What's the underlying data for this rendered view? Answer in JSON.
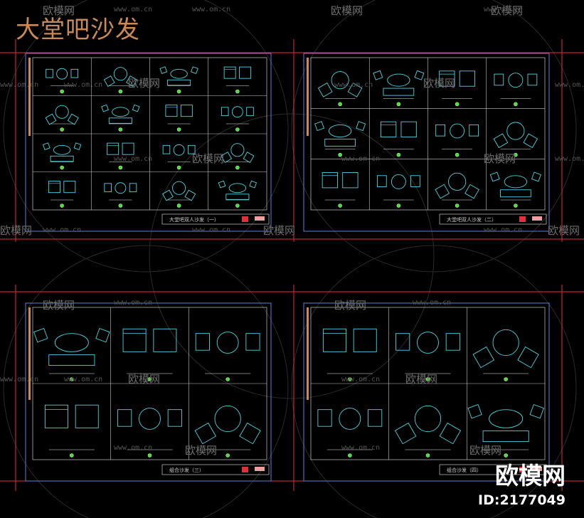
{
  "title": "大堂吧沙发",
  "sheets": [
    {
      "label": "大堂吧双人沙发（一）"
    },
    {
      "label": "大堂吧双人沙发（二）"
    },
    {
      "label": "组合沙发（三）"
    },
    {
      "label": "组合沙发（四）"
    }
  ],
  "watermark": {
    "brand_text": "欧模网",
    "url": "www.om.cn"
  },
  "brand": {
    "logo_text": "欧模网",
    "id_text": "ID:2177049"
  },
  "colors": {
    "background": "#000000",
    "cad_cyan": "#4fd3e0",
    "frame_blue": "#5b7fd6",
    "frame_red": "#e0303c",
    "title_orange": "#c98a5a",
    "watermark_gray": "#6e6e6e"
  }
}
